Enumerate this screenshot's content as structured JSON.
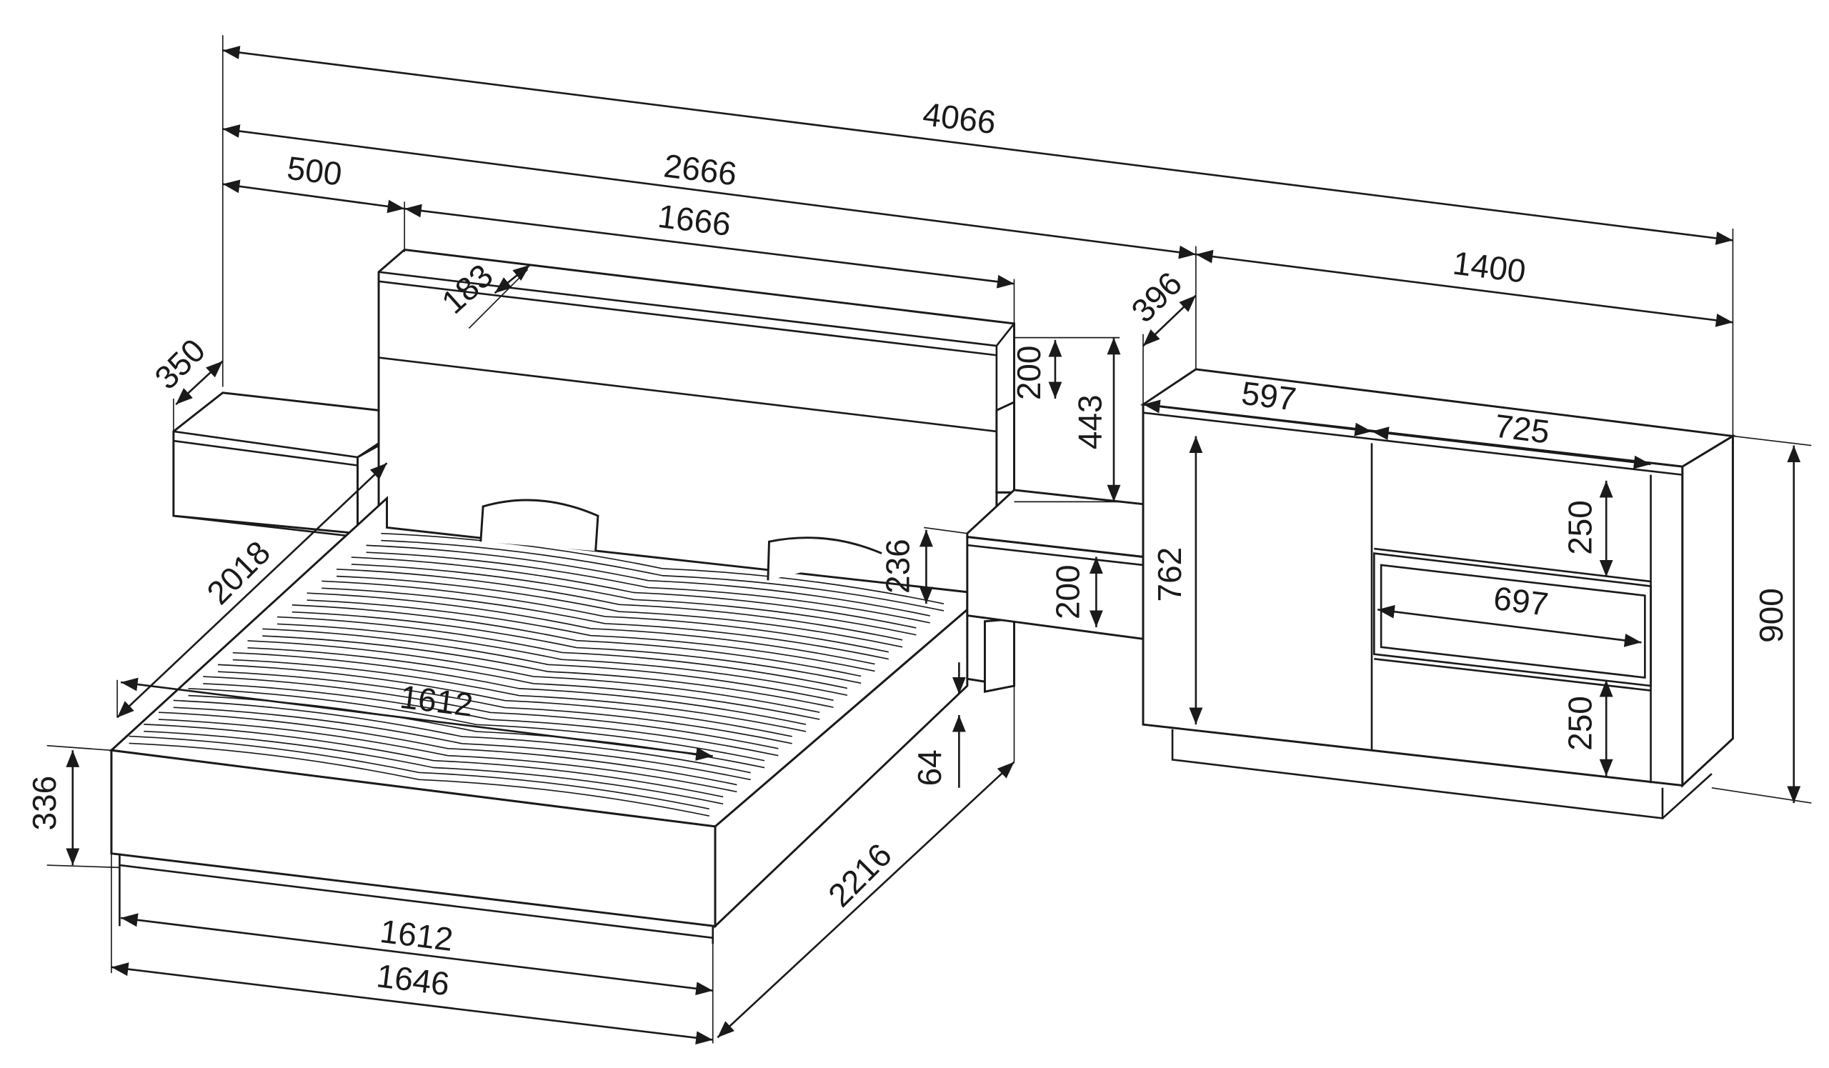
{
  "drawing": {
    "dimensions": {
      "total_width": "4066",
      "bed_with_nightstands_width": "2666",
      "nightstand_width": "500",
      "headboard_width": "1666",
      "sideboard_width": "1400",
      "headboard_shelf_depth": "183",
      "nightstand_depth": "350",
      "headboard_shelf_height": "200",
      "headboard_top_height": "443",
      "sideboard_depth": "396",
      "sideboard_left_door_width": "597",
      "sideboard_right_section_width": "725",
      "drawer_height_top": "250",
      "open_shelf_width": "697",
      "drawer_height_bottom": "250",
      "sideboard_height": "900",
      "sideboard_door_height": "762",
      "nightstand_mount_height": "236",
      "nightstand_height": "200",
      "bed_inner_length": "2018",
      "bed_inner_width_top": "1612",
      "bed_frame_height": "336",
      "bed_leg_height": "64",
      "bed_total_length": "2216",
      "bed_inner_width_bottom": "1612",
      "bed_total_width": "1646"
    }
  }
}
